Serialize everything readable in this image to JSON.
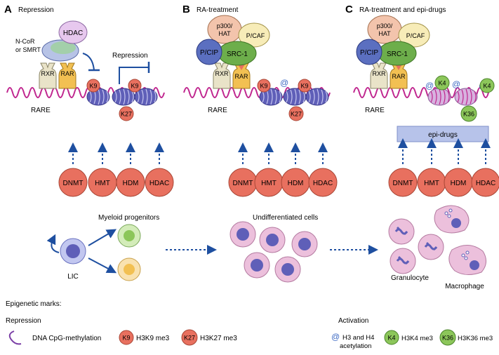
{
  "panels": [
    {
      "letter": "A",
      "title": "Repression"
    },
    {
      "letter": "B",
      "title": "RA-treatment"
    },
    {
      "letter": "C",
      "title": "RA-treatment and epi-drugs"
    }
  ],
  "receptors": {
    "rxr": "RXR",
    "rar": "RAR",
    "rare": "RARE"
  },
  "corepressor": {
    "hdac": "HDAC",
    "ncor_line1": "N-CoR",
    "ncor_line2": "or SMRT"
  },
  "repression_label": "Repression",
  "coactivators": {
    "p300_line1": "p300/",
    "p300_line2": "HAT",
    "pcaf": "P/CAF",
    "pcip": "P/CIP",
    "src1": "SRC-1"
  },
  "histone_marks": {
    "k9": "K9",
    "k27": "K27",
    "k4": "K4",
    "k36": "K36"
  },
  "enzymes": [
    "DNMT",
    "HMT",
    "HDM",
    "HDAC"
  ],
  "epi_drugs_label": "epi-drugs",
  "cells": {
    "myeloid_progenitors": "Myeloid progenitors",
    "lic": "LIC",
    "undifferentiated": "Undifferentiated cells",
    "granulocyte": "Granulocyte",
    "macrophage": "Macrophage"
  },
  "legend": {
    "title": "Epigenetic marks:",
    "repression": "Repression",
    "activation": "Activation",
    "dna_methylation": "DNA CpG-methylation",
    "k9_text": "H3K9 me3",
    "k27_text": "H3K27 me3",
    "acetyl_line1": "H3 and H4",
    "acetyl_line2": "acetylation",
    "k4_text": "H3K4 me3",
    "k36_text": "H3K36 me3"
  },
  "colors": {
    "red": "#e8705f",
    "green": "#8cc65a",
    "blue_arrow": "#1e4fa0",
    "dna": "#c0268f",
    "nucleosome": "#5f5fb8",
    "lilac": "#d9c6ee",
    "pink": "#ecc0dc",
    "rxr": "#e9e3c8",
    "rar": "#f2c052",
    "p300": "#f3c4ac",
    "pcaf": "#f7ecb8",
    "pcip": "#5b6fc0",
    "src1": "#6dae4b",
    "epi_box": "#b7c3ea"
  }
}
